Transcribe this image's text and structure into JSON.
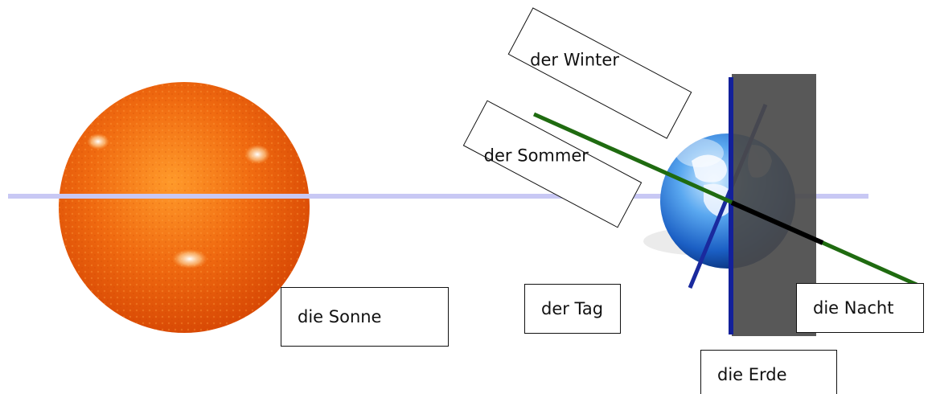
{
  "labels": {
    "sun": "die Sonne",
    "day": "der Tag",
    "night": "die Nacht",
    "earth": "die Erde",
    "winter": "der Winter",
    "summer": "der Sommer"
  },
  "colors": {
    "orbit_line": "#c8c8f4",
    "night_panel": "#4a4a4a",
    "terminator_line": "#13209a",
    "sun_ray": "#1f6b10",
    "sun_ray_night": "#000000",
    "earth_axis": "#1a2a9e"
  }
}
